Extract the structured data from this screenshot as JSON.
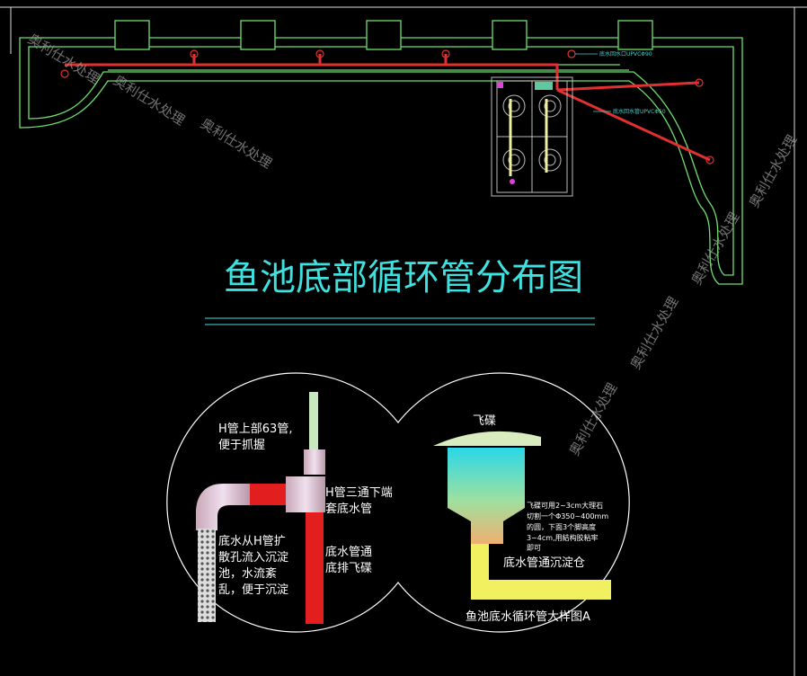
{
  "title": "鱼池底部循环管分布图",
  "plan": {
    "label_inlet": "底水回水口UPVCΦ90",
    "label_pipe": "底水回水管UPVCΦ50"
  },
  "left_detail": {
    "h_pipe_top": [
      "H管上部63管,",
      "便于抓握"
    ],
    "tee_bottom": [
      "H管三通下端",
      "套底水管"
    ],
    "diffuse": [
      "底水从H管扩",
      "散孔流入沉淀",
      "池，水流紊",
      "乱，便于沉淀"
    ],
    "bottom_pipe": [
      "底水管通",
      "底排飞碟"
    ]
  },
  "right_detail": {
    "saucer": "飞碟",
    "note": [
      "飞碟可用2~3cm大理石",
      "切割一个Φ350~400mm",
      "的圆，下面3个脚高度",
      "3~4cm,用結构胶粘牢",
      "即可"
    ],
    "pipe_to_tank": "底水管通沉淀仓",
    "caption": "鱼池底水循环管大样图A"
  },
  "watermark": "奥利仕水处理",
  "colors": {
    "pool": "#6ee06e",
    "pipe": "#e23030",
    "title": "#3fe0e0"
  }
}
